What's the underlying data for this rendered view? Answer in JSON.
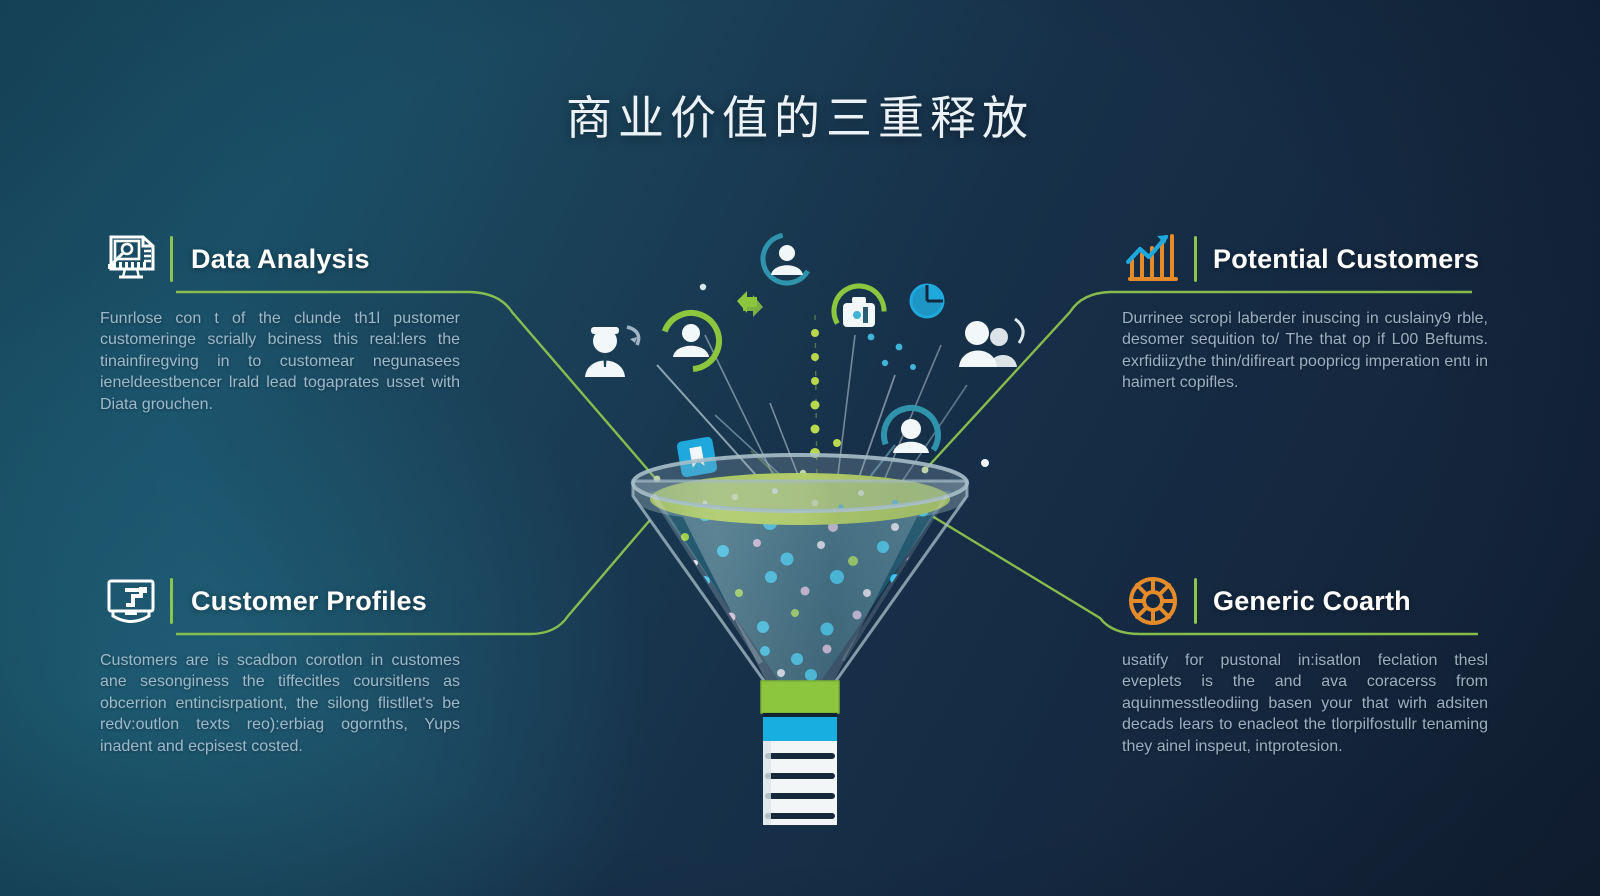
{
  "page": {
    "title": "商业价值的三重释放",
    "background": {
      "top_left": "#1a5068",
      "bottom_left": "#1d5a70",
      "top_right": "#152438",
      "bottom_right": "#132136"
    },
    "accent_green": "#8dc44e",
    "accent_orange": "#e58b2a",
    "accent_cyan": "#1fa8dc",
    "heading_color": "#ffffff",
    "body_color": "#a9c2d2"
  },
  "blocks": [
    {
      "id": "data-analysis",
      "position": "top-left",
      "icon": "document-chart-magnifier-icon",
      "icon_color": "#ffffff",
      "heading": "Data Analysis",
      "body": "Funrlose con t of the clunde th1l pustomer customeringe scrially bciness this real:lers the tinainfiregving in to customear negunasees ieneldeestbencer lrald lead togaprates usset with Diata grouchen."
    },
    {
      "id": "customer-profiles",
      "position": "bottom-left",
      "icon": "profile-screen-shield-icon",
      "icon_color": "#ffffff",
      "heading": "Customer Profiles",
      "body": "Customers are is scadbon corotlon in customes ane sesonginess the tiffecitles coursitlens as obcerrion entincisrpationt, the silong flistllet's be redv:outlon texts reo):erbiag ogornths, Yups inadent and ecpisest costed."
    },
    {
      "id": "potential-customers",
      "position": "top-right",
      "icon": "bar-chart-growth-arrow-icon",
      "icon_color": "#e58b2a",
      "heading": "Potential Customers",
      "body": "Durrinee scropi laberder inuscing in cuslainy9 rble, desomer sequition to/ The that op if L00 Beftums. exrfidiizythe thin/difireart poopricg imperation entı in haimert copifles."
    },
    {
      "id": "generic-coarth",
      "position": "bottom-right",
      "icon": "wheel-gear-icon",
      "icon_color": "#e58b2a",
      "heading": "Generic Coarth",
      "body": "usatify for pustonal in:isatlon feclation thesl eveplets is the and ava coracerss from aquinmesstleodiing basen your that wirh adsiten decads lears to enacleot the tlorpilfostullr tenaming they ainel inspeut, intprotesion."
    }
  ],
  "illustration": {
    "name": "data-funnel-illustration",
    "description": "glass funnel collecting user icons",
    "liquid_top_color": "#9ec23a",
    "glass_color": "#8fa9b5",
    "band_green": "#8cc63f",
    "band_cyan": "#19aee0",
    "spout_color": "#f2f6f7",
    "node_icons": [
      "user-circle-icon",
      "user-group-icon",
      "briefcase-icon",
      "refresh-arrows-icon",
      "pie-chart-icon",
      "bookmark-icon",
      "chart-line-icon",
      "bulb-icon",
      "businessman-icon",
      "avatar-icon"
    ]
  }
}
